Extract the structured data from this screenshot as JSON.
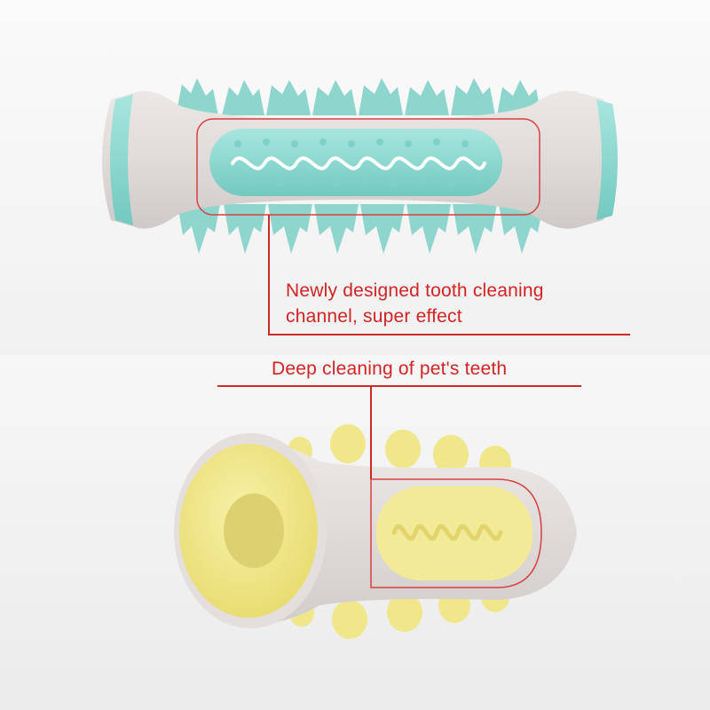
{
  "callouts": {
    "tooth_channel_line1": "Newly designed tooth cleaning",
    "tooth_channel_line2": "channel, super effect",
    "deep_cleaning": "Deep cleaning of pet's teeth"
  },
  "colors": {
    "highlight": "#d22323",
    "toy_body": "#e3dedc",
    "mint_accent": "#8fd8d0",
    "yellow_accent": "#f1e88e"
  },
  "products": [
    {
      "name": "mint-dental-chew-toy",
      "accent": "mint"
    },
    {
      "name": "yellow-dental-chew-toy",
      "accent": "yellow"
    }
  ]
}
